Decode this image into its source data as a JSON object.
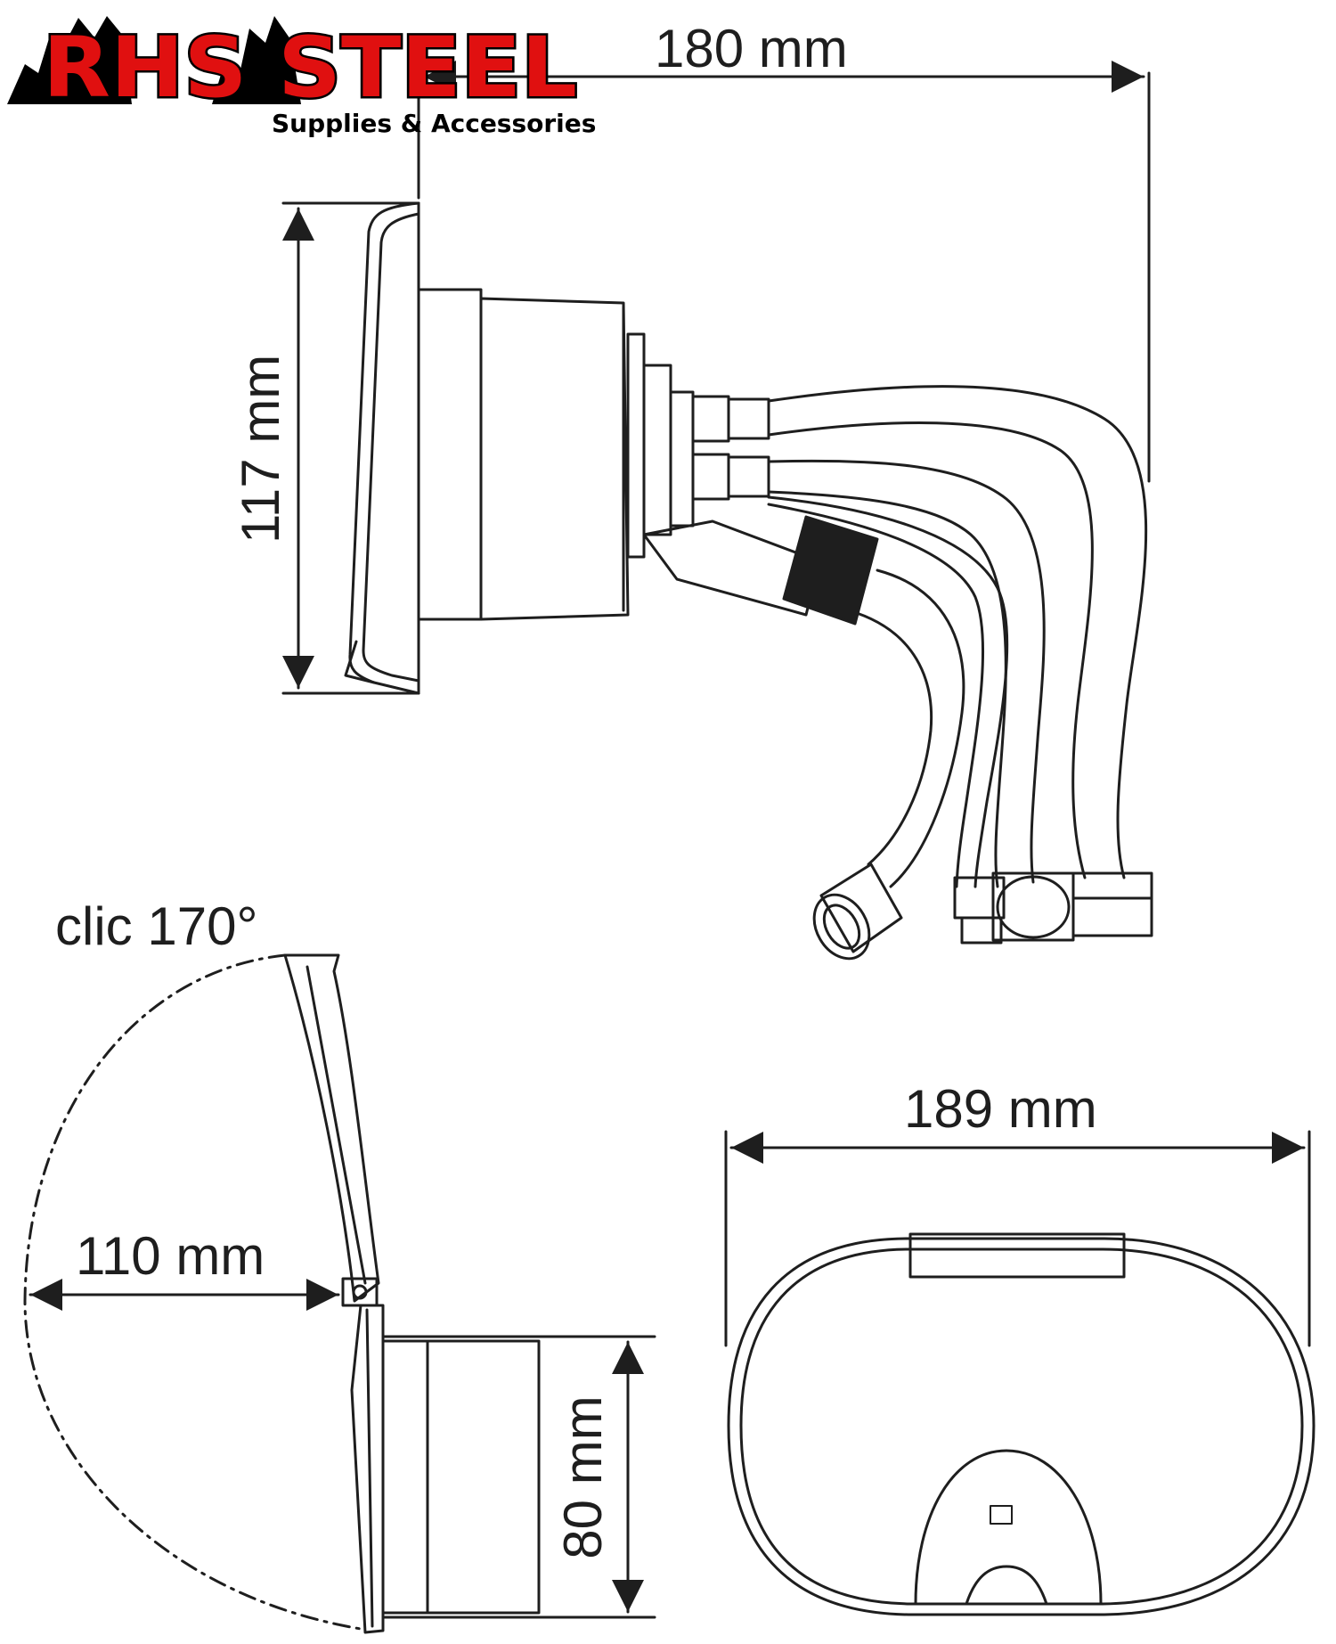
{
  "brand": {
    "name": "RHS STEEL",
    "tagline": "Supplies & Accessories",
    "colors": {
      "primary": "#e01010",
      "outline": "#000000"
    }
  },
  "dimensions": {
    "depth_top": "180 mm",
    "height_side": "117 mm",
    "width_front": "189 mm",
    "lid_clearance": "110 mm",
    "lid_angle": "clic 170°",
    "depth_bottom": "80 mm"
  },
  "colors": {
    "line": "#1e1e1e",
    "background": "#ffffff"
  }
}
